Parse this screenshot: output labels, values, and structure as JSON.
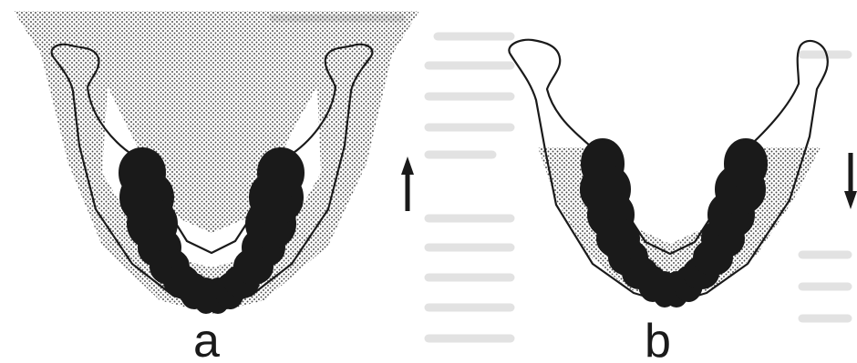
{
  "panels": [
    {
      "label": "a",
      "arrow": "up"
    },
    {
      "label": "b",
      "arrow": "down"
    }
  ],
  "colors": {
    "outline": "#1a1a1a",
    "stipple": "#4a4a4a",
    "background": "#ffffff",
    "bleed_text": "#e2e2e2"
  }
}
